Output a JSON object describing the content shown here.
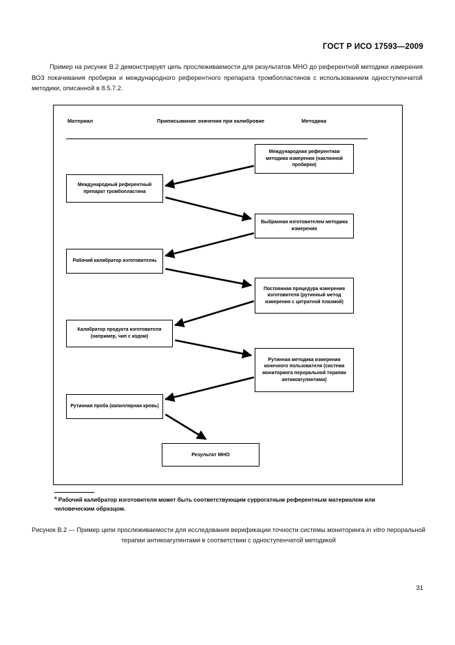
{
  "document": {
    "standard_header": "ГОСТ Р ИСО 17593—2009",
    "page_number": "31"
  },
  "intro": {
    "paragraph": "Пример на рисунке В.2 демонстрирует цепь прослеживаемости для результатов МНО до референтной методики измерения ВОЗ покачивания пробирки и международного референтного препарата тромбопластинов с использованием одноступенчатой методики, описанной в 8.5.7.2."
  },
  "figure": {
    "columns": [
      {
        "key": "material",
        "label": "Материал"
      },
      {
        "key": "assign",
        "label": "Приписывание значения при калибровке"
      },
      {
        "key": "procedure",
        "label": "Методика"
      }
    ],
    "boxes": {
      "irp": "Международный референтный препарат тромбопластина",
      "wcal": "Рабочий калибратор изготовителя",
      "wcal_marker": "а",
      "pcal": "Калибратор продукта изготовителя (например, чип с кодом)",
      "samp": "Рутинная проба (капиллярная кровь)",
      "irmp": "Международная референтная методика измерения (наклонной пробирки)",
      "selm": "Выбранная изготовителем методика измерения",
      "perm": "Постоянная процедура измерения изготовителя (рутинный метод измерения с цитратной плазмой)",
      "eumm": "Рутинная методика измерения конечного пользователя (система мониторинга пероральной терапии антикоагулянтами)",
      "result": "Результат МНО"
    },
    "footnote": {
      "marker": "а",
      "text": "Рабочий калибратор изготовителя может быть соответствующим суррогатным референтным материалом или человеческим образцом."
    },
    "caption": {
      "prefix": "Рисунок  В.2 — Пример цепи прослеживаемости для исследования верификации точности системы мониторинга",
      "italic": "in vitro",
      "suffix": "пероральной терапии антикоагулянтами в соответствии с одноступенчатой методикой"
    }
  },
  "colors": {
    "ink": "#000000",
    "paper": "#ffffff"
  }
}
